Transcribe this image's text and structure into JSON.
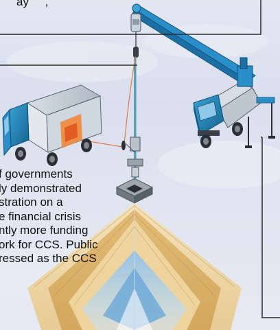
{
  "top_text": {
    "line1": "ay     ,"
  },
  "body_text": {
    "lines": [
      "f governments",
      "ly demonstrated",
      "stration on a",
      "e financial crisis",
      "ntly more funding",
      "ork for CCS. Public",
      "ressed as the CCS"
    ]
  },
  "colors": {
    "truck_blue": "#1f7fb3",
    "crane_blue": "#2a8ec8",
    "pipe_teal": "#4aa1b8",
    "wire_orange": "#e07a4a",
    "border": "#2a2a2a",
    "text": "#111111"
  }
}
